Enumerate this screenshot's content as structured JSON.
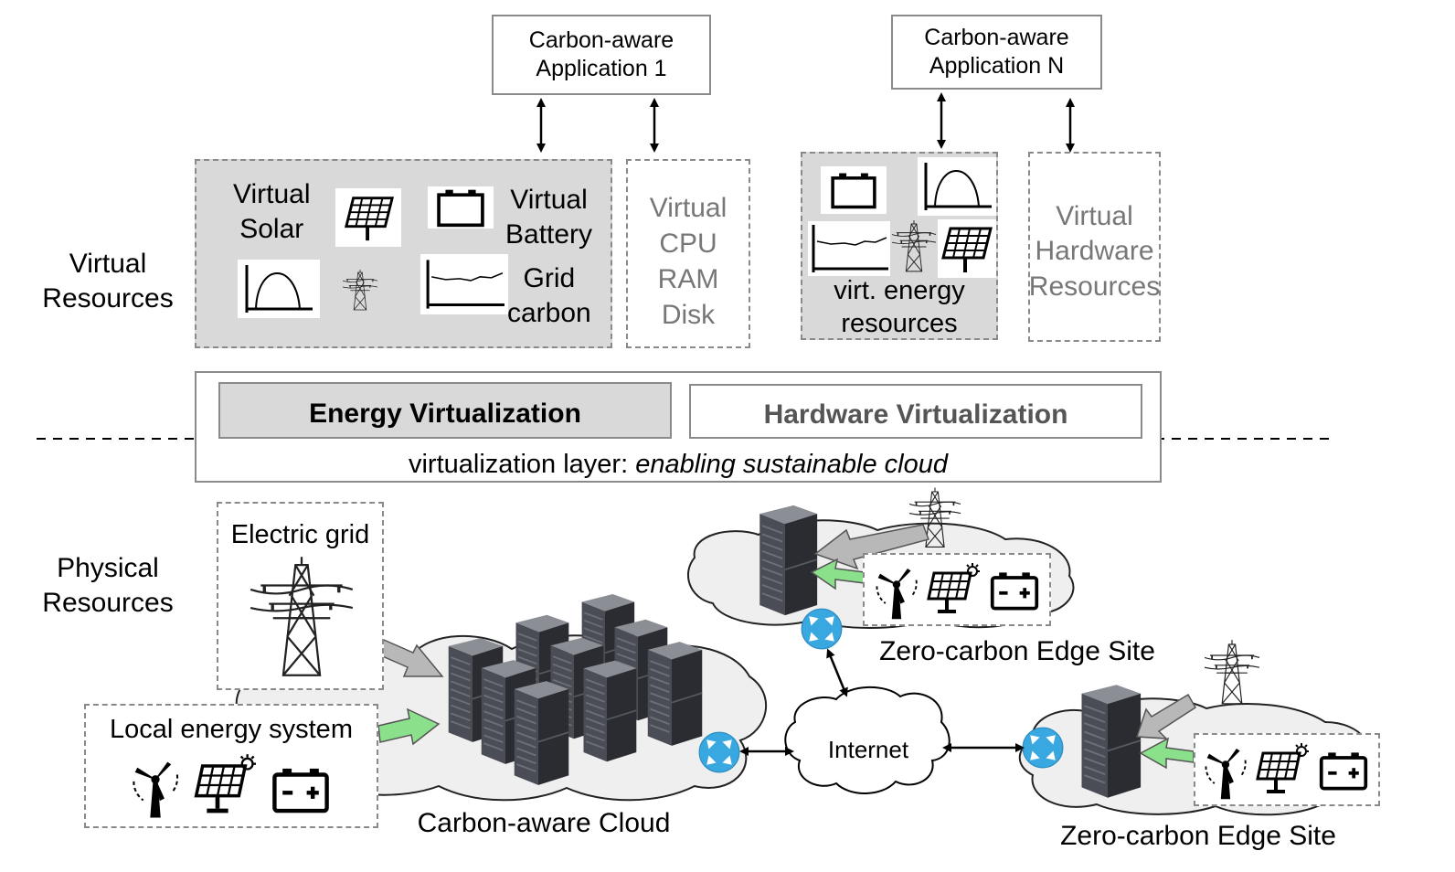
{
  "applications": {
    "app1": "Carbon-aware\nApplication 1",
    "appN": "Carbon-aware\nApplication N"
  },
  "side_labels": {
    "virtual": "Virtual\nResources",
    "physical": "Physical\nResources"
  },
  "virtual_energy_box": {
    "solar": "Virtual\nSolar",
    "battery": "Virtual\nBattery",
    "grid": "Grid\ncarbon"
  },
  "virtual_hw_box": "Virtual\nCPU\nRAM\nDisk",
  "virt_energy_resources": "virt. energy\nresources",
  "virtual_hardware_resources": "Virtual\nHardware\nResources",
  "virtualization": {
    "energy": "Energy Virtualization",
    "hardware": "Hardware Virtualization",
    "layer_prefix": "virtualization layer: ",
    "layer_emph": "enabling sustainable cloud"
  },
  "physical": {
    "electric_grid": "Electric grid",
    "local_energy": "Local energy system",
    "cloud": "Carbon-aware Cloud",
    "internet": "Internet",
    "edge_top": "Zero-carbon Edge Site",
    "edge_bottom": "Zero-carbon Edge Site"
  },
  "colors": {
    "box_border": "#8a8a8a",
    "shade": "#d9d9d9",
    "green_arrow": "#8be08b",
    "grey_arrow": "#b8b8b8",
    "router": "#3aa8e0",
    "server": "#3a3d44"
  },
  "icons": [
    "solar-panel-icon",
    "battery-icon",
    "power-curve-icon",
    "power-tower-icon",
    "carbon-trace-icon",
    "wind-turbine-icon",
    "server-rack-icon",
    "router-icon",
    "cloud-shape-icon"
  ]
}
